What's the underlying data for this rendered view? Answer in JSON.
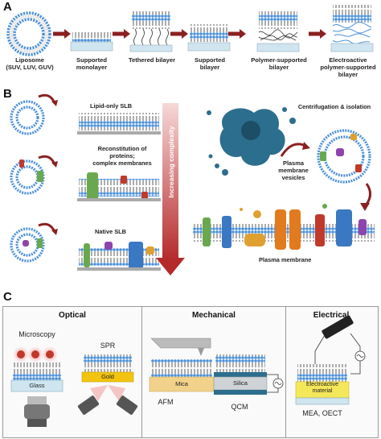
{
  "panelA": {
    "letter": "A",
    "items": [
      {
        "label": "Liposome\n(SUV, LUV, GUV)"
      },
      {
        "label": "Supported\nmonolayer"
      },
      {
        "label": "Tethered bilayer"
      },
      {
        "label": "Supported\nbilayer"
      },
      {
        "label": "Polymer-supported\nbilayer"
      },
      {
        "label": "Electroactive\npolymer-supported\nbilayer"
      }
    ]
  },
  "panelB": {
    "letter": "B",
    "rows": [
      {
        "label": "Lipid-only SLB"
      },
      {
        "label": "Reconstitution of\nproteins;\ncomplex membranes"
      },
      {
        "label": "Native SLB"
      }
    ],
    "arrow_label": "Increasing complexity",
    "vesicles_label": "Plasma\nmembrane\nvesicles",
    "centrifugation_label": "Centrifugation & isolation",
    "plasma_membrane_label": "Plasma membrane"
  },
  "panelC": {
    "letter": "C",
    "sections": [
      {
        "title": "Optical",
        "labels": {
          "microscopy": "Microscopy",
          "spr": "SPR",
          "glass": "Glass",
          "gold": "Gold"
        }
      },
      {
        "title": "Mechanical",
        "labels": {
          "mica": "Mica",
          "afm": "AFM",
          "silica": "Silica",
          "qcm": "QCM"
        }
      },
      {
        "title": "Electrical",
        "labels": {
          "material": "Electroactive\nmaterial",
          "mea": "MEA, OECT"
        }
      }
    ]
  },
  "colors": {
    "lipid_head": "#4a90d9",
    "arrow_red": "#b03030",
    "glass": "#cfe6f0",
    "gold": "#f2c40f",
    "mica": "#f2d28a",
    "electroactive": "#f5e75a"
  }
}
